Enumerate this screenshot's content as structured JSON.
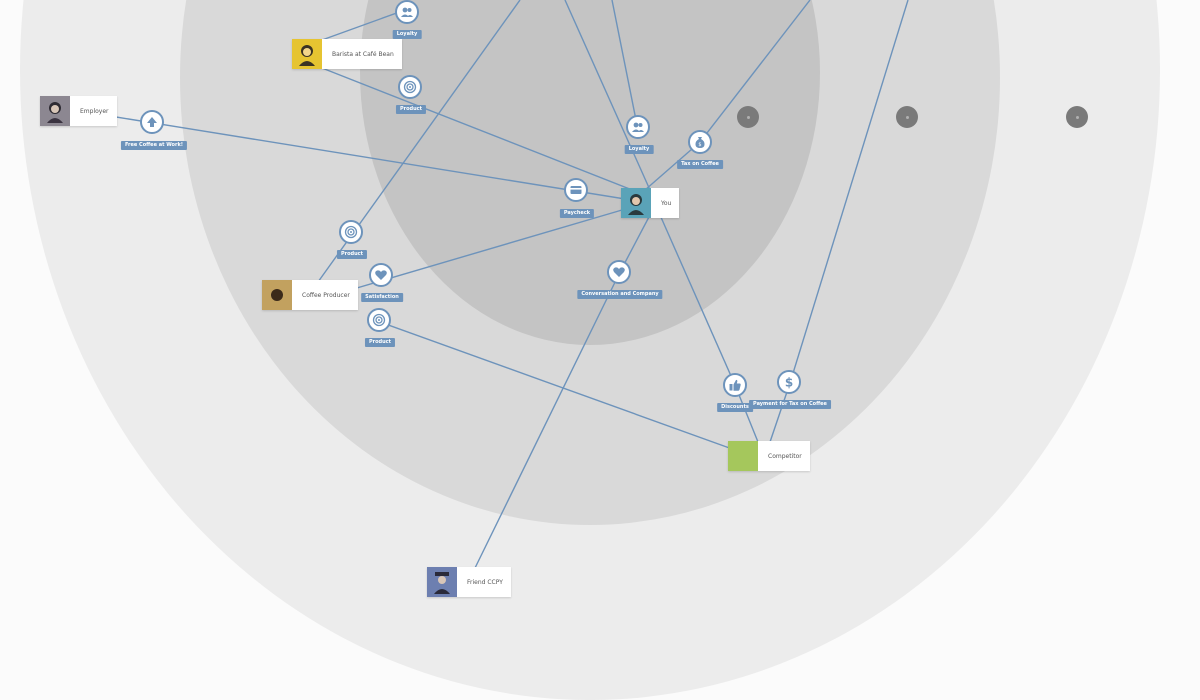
{
  "actors": {
    "barista": "Barista at Café Bean",
    "employer": "Employer",
    "you": "You",
    "coffee_producer": "Coffee Producer",
    "competitor": "Competitor",
    "friend": "Friend CCPY"
  },
  "exchanges": {
    "loyalty_top": {
      "label": "Loyalty",
      "icon": "people-icon"
    },
    "product_1": {
      "label": "Product",
      "icon": "target-icon"
    },
    "free_coffee": {
      "label": "Free Coffee at Work!",
      "icon": "arrow-up-icon"
    },
    "loyalty_center": {
      "label": "Loyalty",
      "icon": "people-icon"
    },
    "tax_coffee": {
      "label": "Tax on Coffee",
      "icon": "money-bag-icon"
    },
    "paycheck": {
      "label": "Paycheck",
      "icon": "card-icon"
    },
    "product_2": {
      "label": "Product",
      "icon": "target-icon"
    },
    "satisfaction": {
      "label": "Satisfaction",
      "icon": "heart-icon"
    },
    "product_3": {
      "label": "Product",
      "icon": "target-icon"
    },
    "conversation": {
      "label": "Conversation and Company",
      "icon": "heart-icon"
    },
    "discounts": {
      "label": "Discounts",
      "icon": "thumbs-up-icon"
    },
    "payment": {
      "label": "Payment for Tax on Coffee",
      "icon": "dollar-icon"
    }
  },
  "colors": {
    "link": "#6d93bb",
    "ring_outer": "#ececec",
    "ring_middle": "#d9d9d9",
    "ring_inner": "#c4c4c4"
  }
}
